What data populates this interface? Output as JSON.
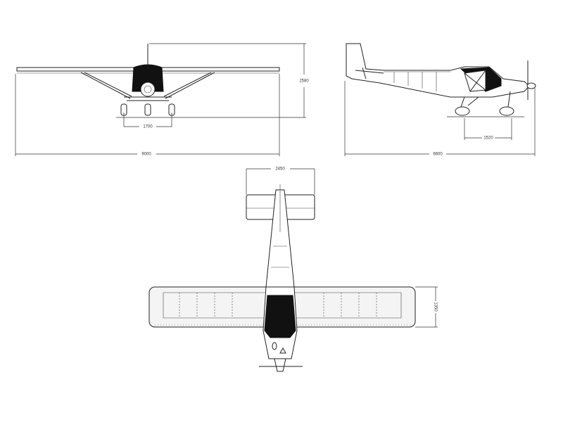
{
  "drawing": {
    "front_view": {
      "span": "9000",
      "height": "2580",
      "gear_track": "1700"
    },
    "side_view": {
      "length": "6600",
      "wheelbase": "1520"
    },
    "top_view": {
      "tail_span": "2450",
      "wing_chord": "1350"
    }
  }
}
